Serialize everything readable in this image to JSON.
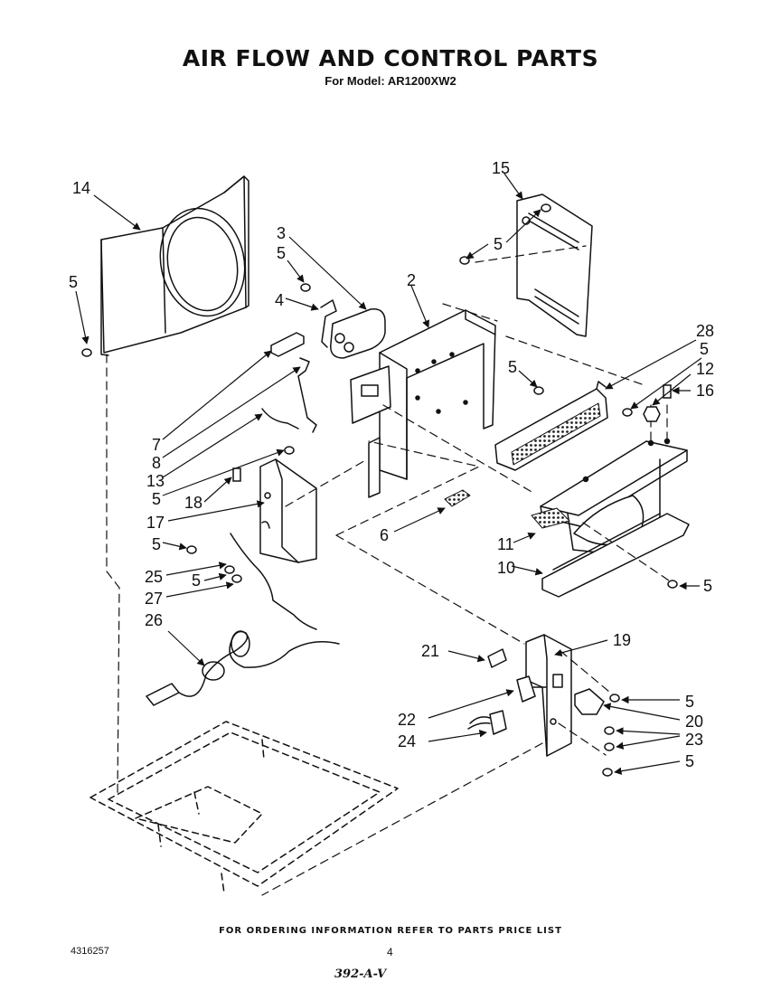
{
  "header": {
    "title": "AIR FLOW AND CONTROL PARTS",
    "subtitle": "For Model: AR1200XW2"
  },
  "parts": {
    "p2": "2",
    "p3": "3",
    "p4": "4",
    "p5": "5",
    "p6": "6",
    "p7": "7",
    "p8": "8",
    "p10": "10",
    "p11": "11",
    "p12": "12",
    "p13": "13",
    "p14": "14",
    "p15": "15",
    "p16": "16",
    "p17": "17",
    "p18": "18",
    "p19": "19",
    "p20": "20",
    "p21": "21",
    "p22": "22",
    "p23": "23",
    "p24": "24",
    "p25": "25",
    "p26": "26",
    "p27": "27",
    "p28": "28"
  },
  "footer": {
    "note": "FOR ORDERING INFORMATION REFER TO PARTS PRICE LIST",
    "doc_number": "4316257",
    "page_number": "4",
    "handwritten": "392-A-V"
  }
}
